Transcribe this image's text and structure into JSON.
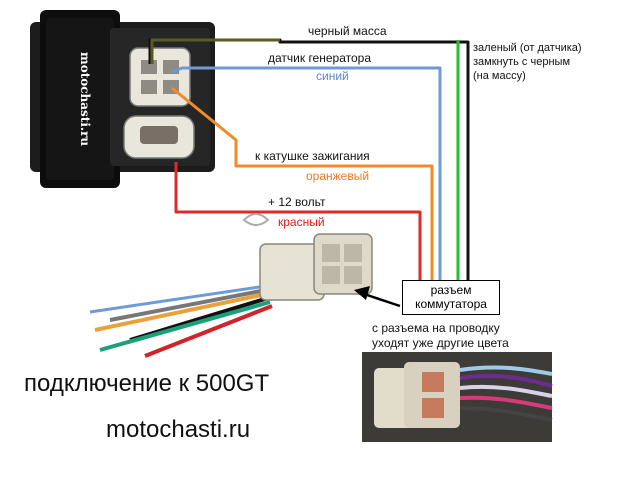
{
  "labels": {
    "black_mass": "черный  масса",
    "generator_sensor": "датчик генератора",
    "blue": "синий",
    "green_note_1": "заленый (от датчика)",
    "green_note_2": "замкнуть с черным",
    "green_note_3": "(на массу)",
    "ignition_coil": "к катушке зажигания",
    "orange": "оранжевый",
    "plus12": "+ 12 вольт",
    "red": "красный",
    "connector_1": "разъем",
    "connector_2": "коммутатора",
    "other_colors_1": "с разъема на проводку",
    "other_colors_2": "уходят уже другие цвета"
  },
  "module_text": "motochasti.ru",
  "caption": {
    "line1": "подключение к 500GT",
    "line2": "motochasti.ru"
  },
  "colors": {
    "black_wire": "#111111",
    "olive_wire": "#3a3a10",
    "blue_wire": "#6f9ad8",
    "green_wire": "#22c02a",
    "orange_wire": "#f08a2a",
    "red_wire": "#dd2a2a",
    "blue_text": "#5a88d0",
    "orange_text": "#ee7a1a",
    "red_text": "#e01b1b"
  }
}
